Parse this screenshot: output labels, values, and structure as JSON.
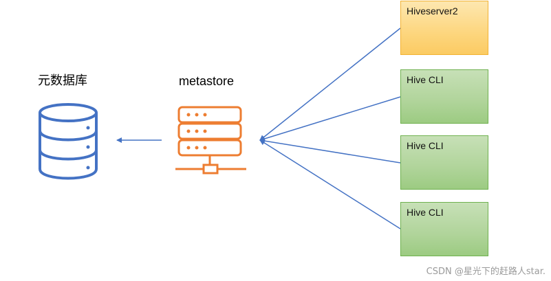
{
  "labels": {
    "database": "元数据库",
    "metastore": "metastore"
  },
  "clients": [
    {
      "label": "Hiveserver2",
      "color": "#fdd67e"
    },
    {
      "label": "Hive CLI",
      "color": "#b0d49a"
    },
    {
      "label": "Hive CLI",
      "color": "#b0d49a"
    },
    {
      "label": "Hive CLI",
      "color": "#b0d49a"
    }
  ],
  "icons": {
    "database": "database-icon",
    "server": "server-rack-icon"
  },
  "colors": {
    "line": "#4472c4",
    "server": "#ed7d31",
    "database": "#4472c4"
  },
  "watermark": "CSDN @星光下的赶路人star."
}
